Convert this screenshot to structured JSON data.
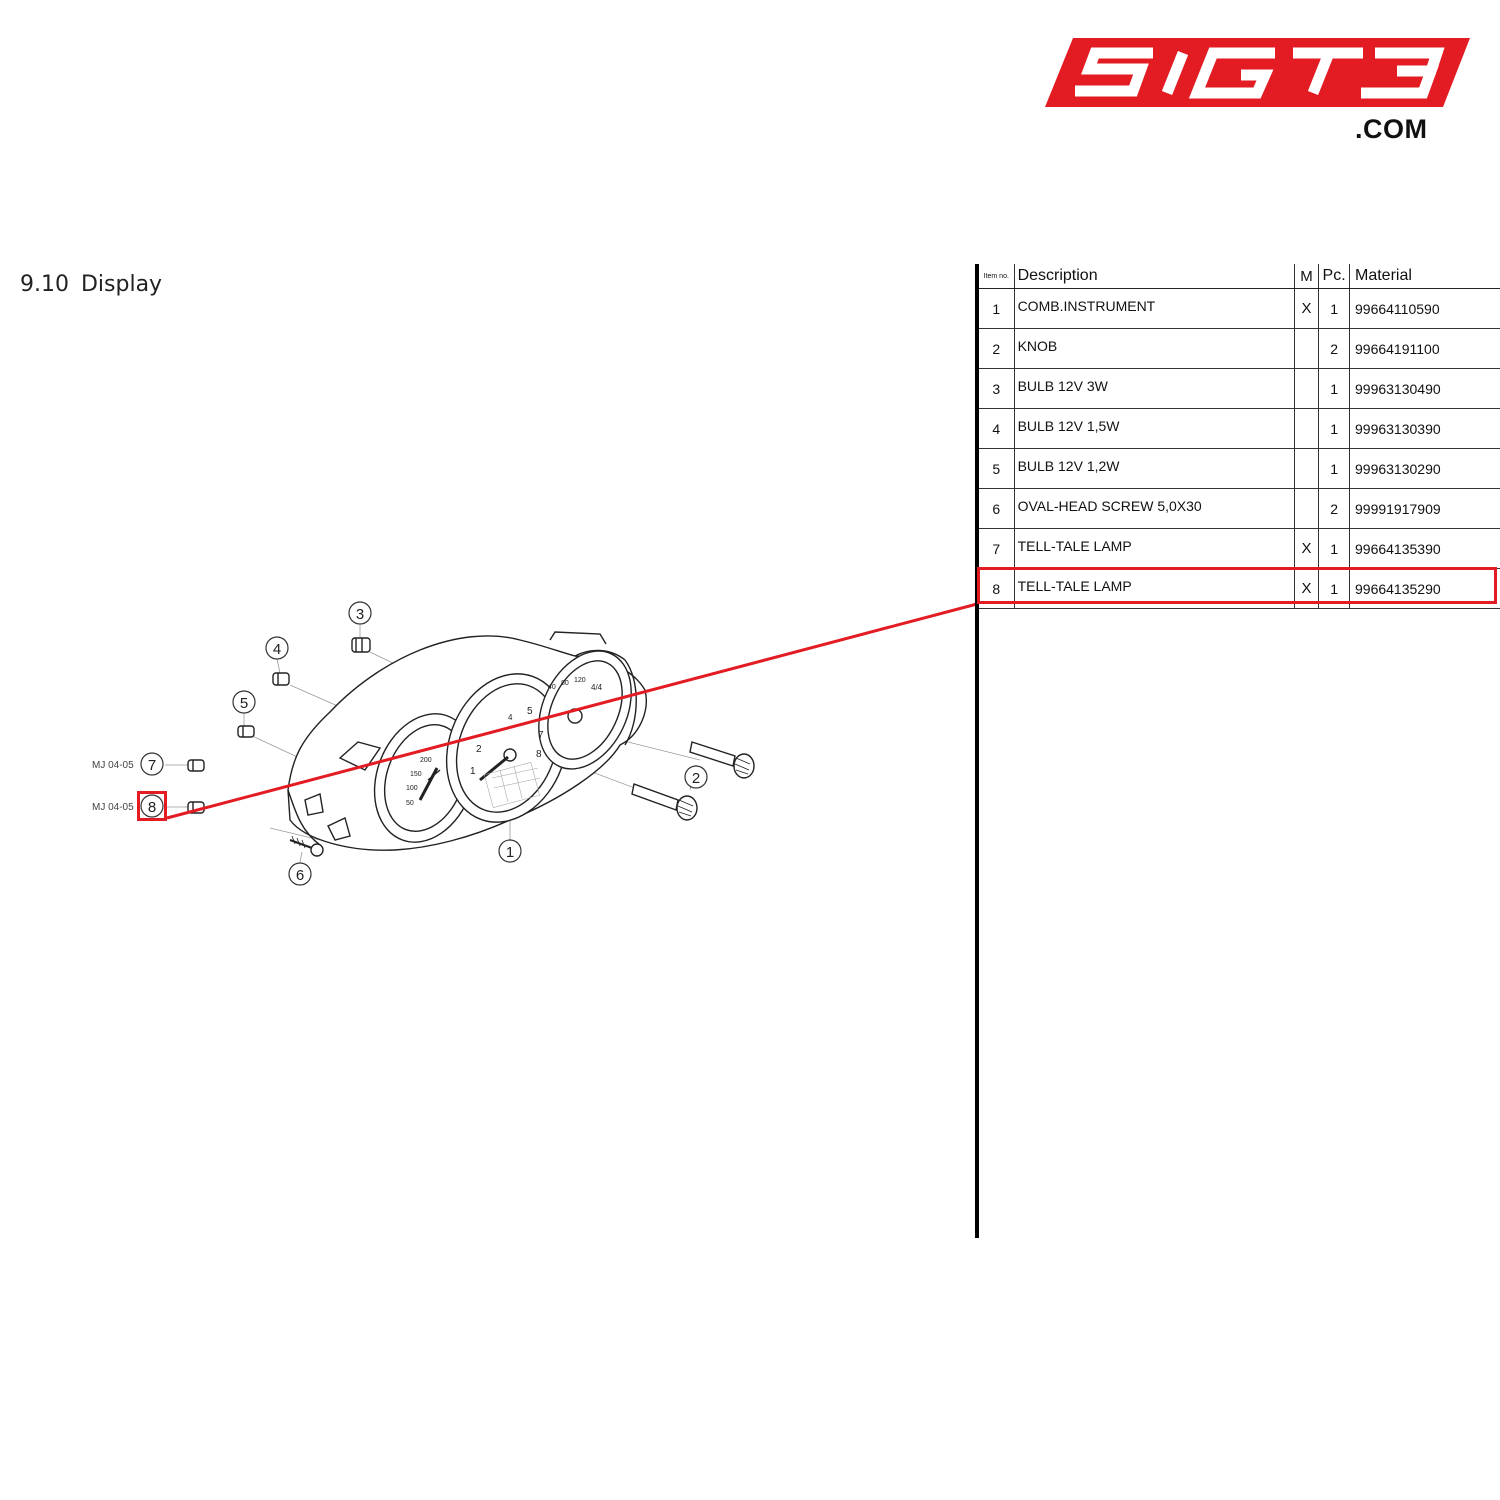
{
  "logo": {
    "text": "SIGT3",
    "suffix": ".COM",
    "color": "#e31b23"
  },
  "section": {
    "number": "9.10",
    "title": "Display"
  },
  "table": {
    "headers": {
      "item": "Item no.",
      "description": "Description",
      "m": "M",
      "pc": "Pc.",
      "material": "Material"
    },
    "rows": [
      {
        "item": "1",
        "description": "COMB.INSTRUMENT",
        "m": "X",
        "pc": "1",
        "material": "99664110590"
      },
      {
        "item": "2",
        "description": "KNOB",
        "m": "",
        "pc": "2",
        "material": "99664191100"
      },
      {
        "item": "3",
        "description": "BULB 12V 3W",
        "m": "",
        "pc": "1",
        "material": "99963130490"
      },
      {
        "item": "4",
        "description": "BULB 12V 1,5W",
        "m": "",
        "pc": "1",
        "material": "99963130390"
      },
      {
        "item": "5",
        "description": "BULB 12V 1,2W",
        "m": "",
        "pc": "1",
        "material": "99963130290"
      },
      {
        "item": "6",
        "description": "OVAL-HEAD SCREW 5,0X30",
        "m": "",
        "pc": "2",
        "material": "99991917909"
      },
      {
        "item": "7",
        "description": "TELL-TALE LAMP",
        "m": "X",
        "pc": "1",
        "material": "99664135390"
      },
      {
        "item": "8",
        "description": "TELL-TALE LAMP",
        "m": "X",
        "pc": "1",
        "material": "99664135290"
      }
    ],
    "highlighted_item": "8"
  },
  "diagram": {
    "callouts": [
      "1",
      "2",
      "3",
      "4",
      "5",
      "6",
      "7",
      "8"
    ],
    "model_labels": [
      "MJ 04-05",
      "MJ 04-05"
    ],
    "gauge_labels": [
      "40",
      "80",
      "120",
      "4/4",
      "5",
      "4",
      "7",
      "8",
      "2",
      "1",
      "200",
      "150",
      "100",
      "50"
    ],
    "highlight_color": "#e31b23"
  }
}
